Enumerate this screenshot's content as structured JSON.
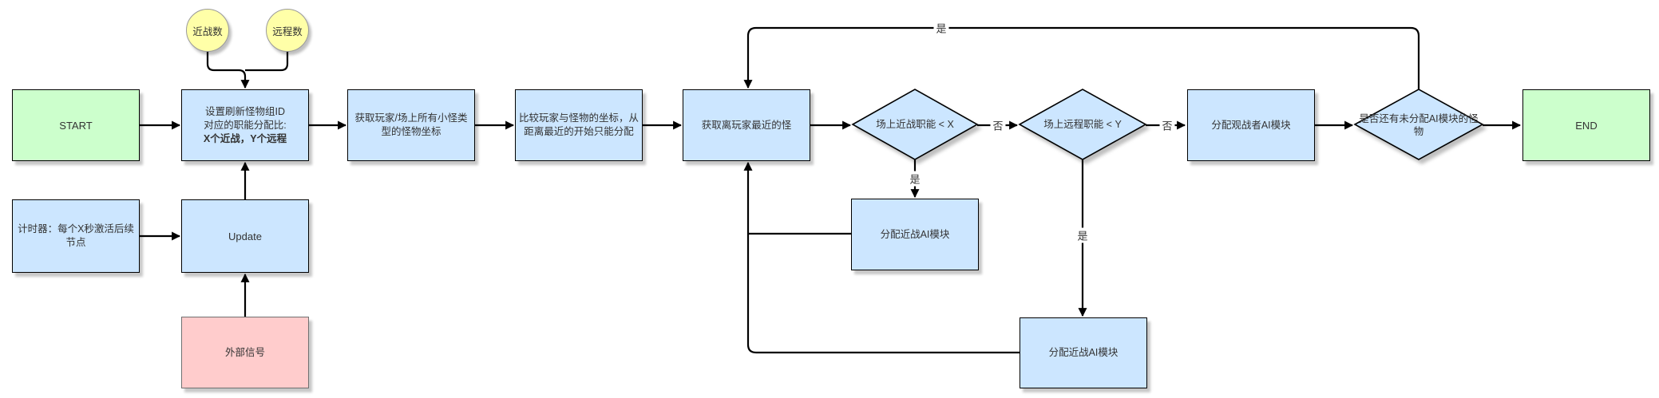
{
  "nodes": {
    "melee_count": {
      "label": "近战数"
    },
    "ranged_count": {
      "label": "远程数"
    },
    "start": {
      "label": "START"
    },
    "setup": {
      "line1": "设置刷新怪物组ID",
      "line2": "对应的职能分配比:",
      "line3": "X个近战，Y个远程"
    },
    "get_coords": {
      "label": "获取玩家/场上所有小怪类型的怪物坐标"
    },
    "compare": {
      "label": "比较玩家与怪物的坐标，从距离最近的开始只能分配"
    },
    "nearest": {
      "label": "获取离玩家最近的怪"
    },
    "melee_check": {
      "label": "场上近战职能 < X"
    },
    "ranged_check": {
      "label": "场上远程职能 < Y"
    },
    "assign_spectator": {
      "label": "分配观战者AI模块"
    },
    "remaining_check": {
      "label": "是否还有未分配AI模块的怪物"
    },
    "end": {
      "label": "END"
    },
    "timer": {
      "label": "计时器：每个X秒激活后续节点"
    },
    "update": {
      "label": "Update"
    },
    "external_signal": {
      "label": "外部信号"
    },
    "assign_melee_1": {
      "label": "分配近战AI模块"
    },
    "assign_melee_2": {
      "label": "分配近战AI模块"
    }
  },
  "edge_labels": {
    "no_melee": "否",
    "no_ranged": "否",
    "yes_top": "是",
    "yes_melee": "是",
    "yes_ranged": "是"
  },
  "colors": {
    "terminal_fill": "#ccffcc",
    "process_fill": "#cce6ff",
    "data_fill": "#ffffa8",
    "signal_fill": "#ffcccc",
    "line": "#000000"
  }
}
